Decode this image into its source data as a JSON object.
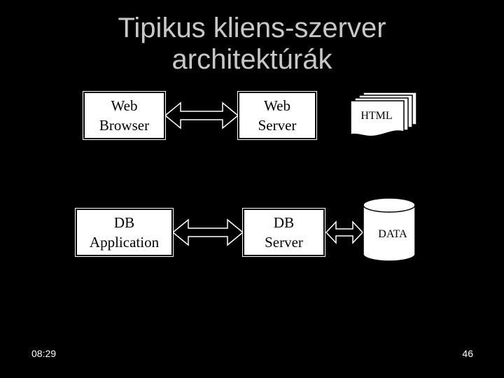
{
  "slide": {
    "title_line1": "Tipikus kliens-szerver",
    "title_line2": "architektúrák",
    "time": "08:29",
    "page_number": "46"
  },
  "diagram": {
    "web_browser": {
      "line1": "Web",
      "line2": "Browser"
    },
    "web_server": {
      "line1": "Web",
      "line2": "Server"
    },
    "html_doc": {
      "label": "HTML",
      "icon": "document-stack-icon"
    },
    "db_application": {
      "line1": "DB",
      "line2": "Application"
    },
    "db_server": {
      "line1": "DB",
      "line2": "Server"
    },
    "data_store": {
      "label": "DATA",
      "icon": "database-cylinder-icon"
    },
    "connector_icon": "double-arrow-icon"
  }
}
